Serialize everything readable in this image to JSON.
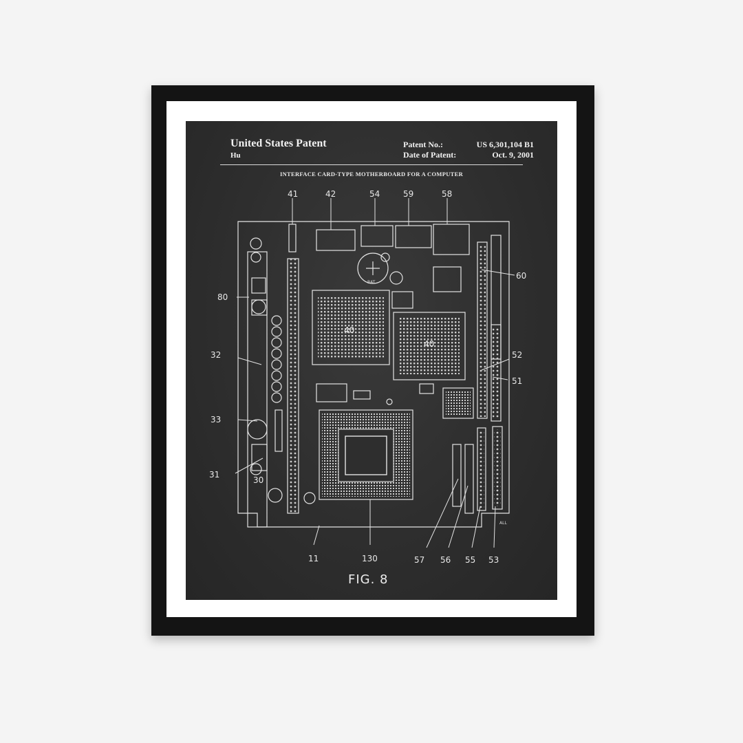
{
  "patent": {
    "title": "United States Patent",
    "inventor": "Hu",
    "patent_no_label": "Patent No.:",
    "patent_no": "US 6,301,104 B1",
    "date_label": "Date of Patent:",
    "date": "Oct. 9, 2001",
    "subtitle": "INTERFACE CARD-TYPE MOTHERBOARD FOR A COMPUTER",
    "figure": "FIG. 8"
  },
  "labels": {
    "top": [
      "41",
      "42",
      "54",
      "59",
      "58"
    ],
    "right": [
      "60",
      "52",
      "51"
    ],
    "left": [
      "80",
      "32",
      "33",
      "31",
      "30"
    ],
    "bottom": [
      "11",
      "130",
      "57",
      "56",
      "55",
      "53"
    ],
    "chips": [
      "40",
      "40"
    ],
    "board_marks": [
      "BAT",
      "ALL"
    ]
  },
  "colors": {
    "frame": "#141414",
    "mat": "#ffffff",
    "chalkboard": "#2e2e2e",
    "ink": "#e8e8e8"
  }
}
